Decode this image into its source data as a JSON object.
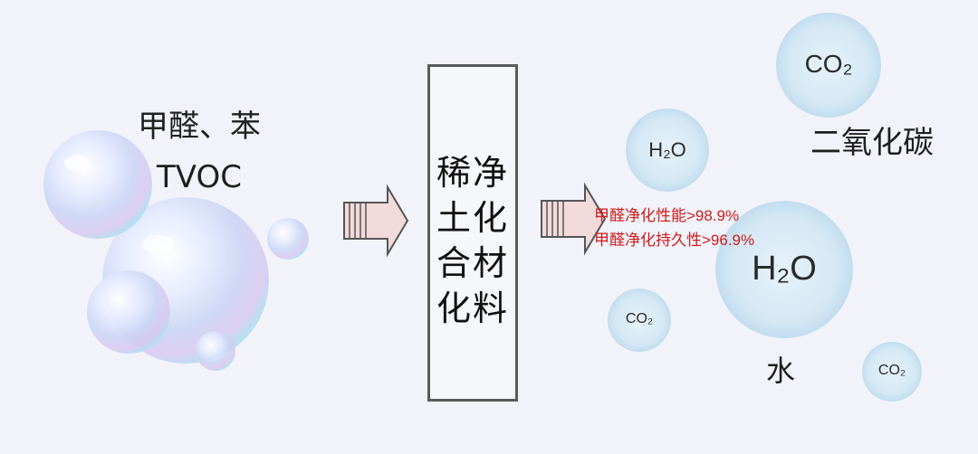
{
  "pollutants": [
    "甲醛、苯",
    "TVOC"
  ],
  "material": [
    "稀净",
    "土化",
    "合材",
    "化料"
  ],
  "specs": [
    "甲醛净化性能>98.9%",
    "甲醛净化持久性>96.9%"
  ],
  "labels": {
    "co2": "二氧化碳",
    "water": "水"
  },
  "molecules": {
    "co2": "CO₂",
    "h2o": "H₂O"
  },
  "colors": {
    "arrow_fill": "#f3dada",
    "arrow_stroke": "#555555",
    "spec_text": "#d11a1a",
    "box_border": "#5a5a5a"
  }
}
